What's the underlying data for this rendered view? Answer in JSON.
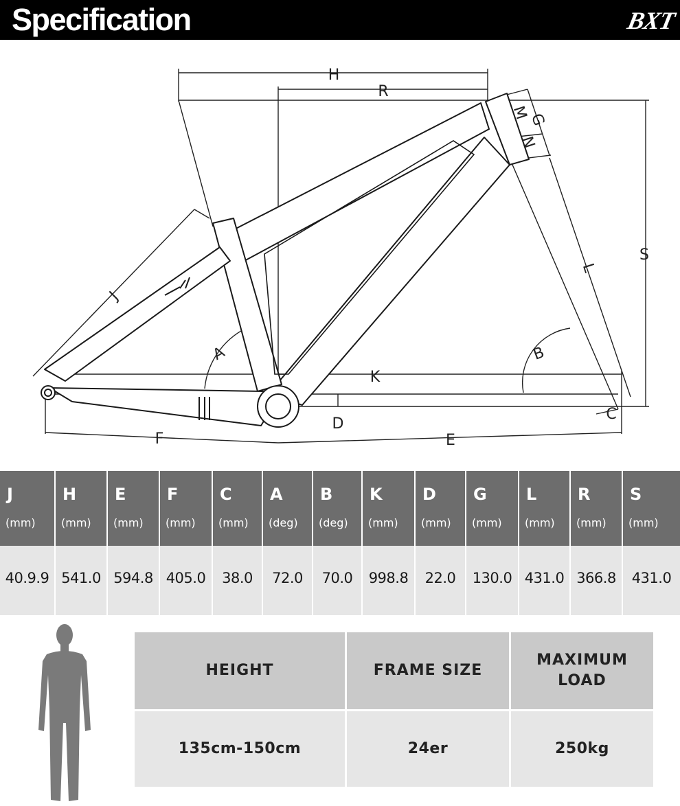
{
  "header": {
    "title": "Specification",
    "logo_text": "BXT"
  },
  "diagram_labels": {
    "H": "H",
    "R": "R",
    "M": "M",
    "G": "G",
    "N": "N",
    "S": "S",
    "L": "L",
    "J": "J",
    "A": "A",
    "B": "B",
    "K": "K",
    "C": "C",
    "D": "D",
    "F": "F",
    "E": "E"
  },
  "spec_table": {
    "columns": [
      {
        "key": "J",
        "unit": "(mm)",
        "value": "40.9.9"
      },
      {
        "key": "H",
        "unit": "(mm)",
        "value": "541.0"
      },
      {
        "key": "E",
        "unit": "(mm)",
        "value": "594.8"
      },
      {
        "key": "F",
        "unit": "(mm)",
        "value": "405.0"
      },
      {
        "key": "C",
        "unit": "(mm)",
        "value": "38.0"
      },
      {
        "key": "A",
        "unit": "(deg)",
        "value": "72.0"
      },
      {
        "key": "B",
        "unit": "(deg)",
        "value": "70.0"
      },
      {
        "key": "K",
        "unit": "(mm)",
        "value": "998.8"
      },
      {
        "key": "D",
        "unit": "(mm)",
        "value": "22.0"
      },
      {
        "key": "G",
        "unit": "(mm)",
        "value": "130.0"
      },
      {
        "key": "L",
        "unit": "(mm)",
        "value": "431.0"
      },
      {
        "key": "R",
        "unit": "(mm)",
        "value": "366.8"
      },
      {
        "key": "S",
        "unit": "(mm)",
        "value": "431.0"
      }
    ]
  },
  "size_table": {
    "height_label": "HEIGHT",
    "frame_size_label": "FRAME SIZE",
    "max_load_label": "MAXIMUM LOAD",
    "height_value": "135cm-150cm",
    "frame_size_value": "24er",
    "max_load_value": "250kg"
  },
  "colors": {
    "header_bg": "#000000",
    "table_header_bg": "#6d6d6d",
    "table_value_bg": "#e6e6e6",
    "size_header_bg": "#c9c9c9",
    "person_fill": "#7a7a7a"
  }
}
